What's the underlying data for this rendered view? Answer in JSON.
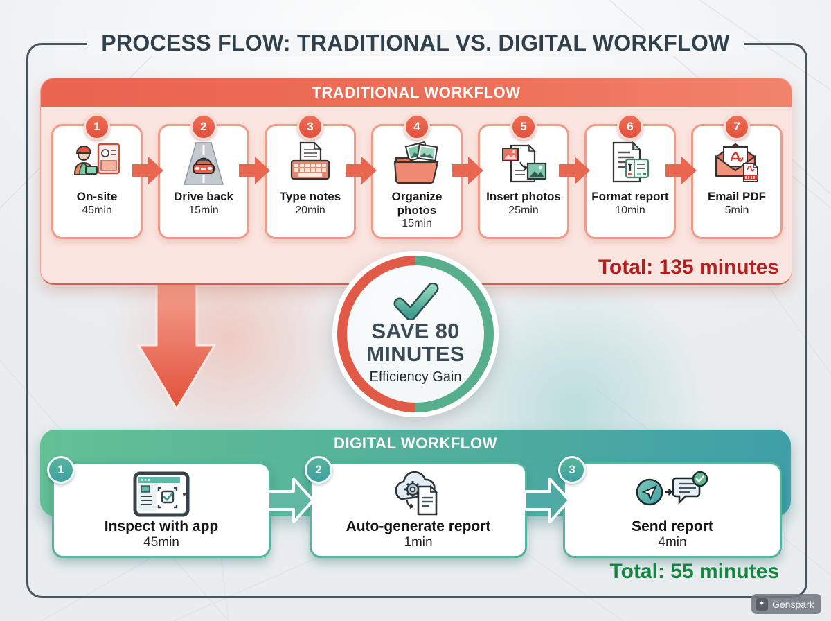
{
  "title": "PROCESS FLOW: TRADITIONAL VS. DIGITAL WORKFLOW",
  "traditional": {
    "header": "TRADITIONAL WORKFLOW",
    "total": "Total: 135 minutes",
    "steps": [
      {
        "num": "1",
        "label": "On-site",
        "time": "45min",
        "icon": "worker-icon"
      },
      {
        "num": "2",
        "label": "Drive back",
        "time": "15min",
        "icon": "car-road-icon"
      },
      {
        "num": "3",
        "label": "Type notes",
        "time": "20min",
        "icon": "typewriter-icon"
      },
      {
        "num": "4",
        "label": "Organize photos",
        "time": "15min",
        "icon": "folder-photos-icon"
      },
      {
        "num": "5",
        "label": "Insert photos",
        "time": "25min",
        "icon": "insert-photos-icon"
      },
      {
        "num": "6",
        "label": "Format report",
        "time": "10min",
        "icon": "format-report-icon"
      },
      {
        "num": "7",
        "label": "Email PDF",
        "time": "5min",
        "icon": "email-pdf-icon"
      }
    ]
  },
  "savings": {
    "line1": "SAVE 80",
    "line2": "MINUTES",
    "subtitle": "Efficiency Gain",
    "icon": "checkmark-icon"
  },
  "digital": {
    "header": "DIGITAL WORKFLOW",
    "total": "Total: 55 minutes",
    "steps": [
      {
        "num": "1",
        "label": "Inspect with app",
        "time": "45min",
        "icon": "tablet-app-icon"
      },
      {
        "num": "2",
        "label": "Auto-generate report",
        "time": "1min",
        "icon": "cloud-generate-icon"
      },
      {
        "num": "3",
        "label": "Send report",
        "time": "4min",
        "icon": "send-report-icon"
      }
    ]
  },
  "watermark": {
    "label": "Genspark",
    "icon": "sparkle-icon"
  },
  "colors": {
    "accent_red": "#e8604c",
    "accent_green": "#4ba58c",
    "accent_teal": "#3f9fa8",
    "traditional_bg": "#fbe5e0",
    "total_red": "#b61e1e",
    "total_green": "#13873f",
    "title_text": "#31414c",
    "frame_border": "#4a545c"
  }
}
